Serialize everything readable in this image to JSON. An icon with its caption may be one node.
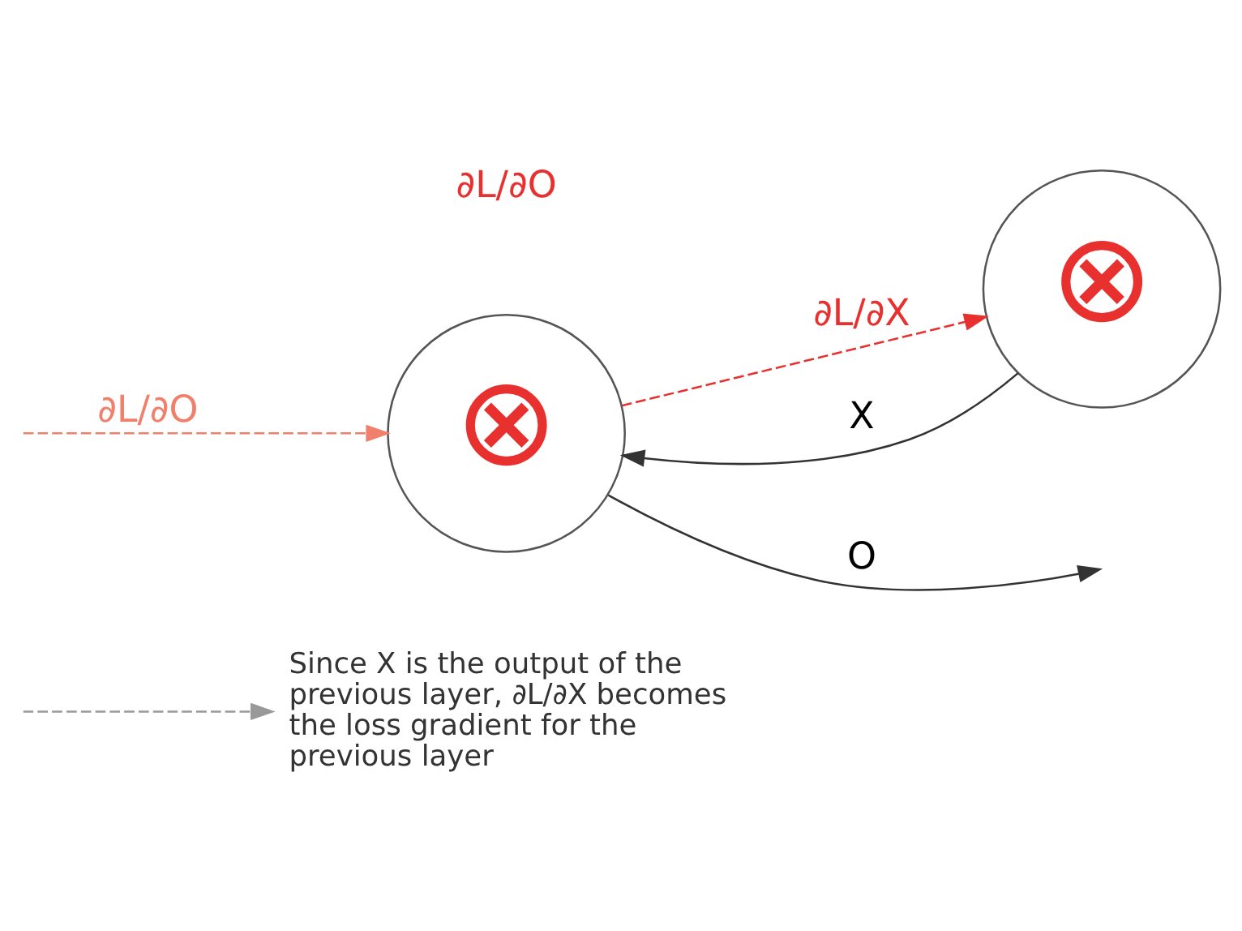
{
  "diagram": {
    "nodes": [
      {
        "text": [
          "Since X is the output of the previous layer, ∂L/∂X becomes the loss gradient for the previous layer"
        ]
      },
      {
        "text": [
          "⊗"
        ]
      },
      {
        "text": [
          "⊗"
        ]
      }
    ],
    "edges": [
      {
        "from": 2,
        "to": 1,
        "arrow": "to",
        "label": "X"
      },
      {
        "from": 1,
        "to": 2,
        "arrow": "to",
        "style": "dashed",
        "color": "#e8312f",
        "label": "∂L/∂X"
      },
      {
        "from": 1,
        "to": null,
        "arrow": "to",
        "label": "O"
      },
      {
        "from": null,
        "to": 1,
        "arrow": "to",
        "style": "dashed",
        "color": "#f0806c",
        "label": "∂L/∂O"
      },
      {
        "from": null,
        "to": 0,
        "arrow": "to",
        "style": "dashed",
        "color": "#999999"
      }
    ],
    "labels": [
      "∂L/∂O"
    ]
  }
}
